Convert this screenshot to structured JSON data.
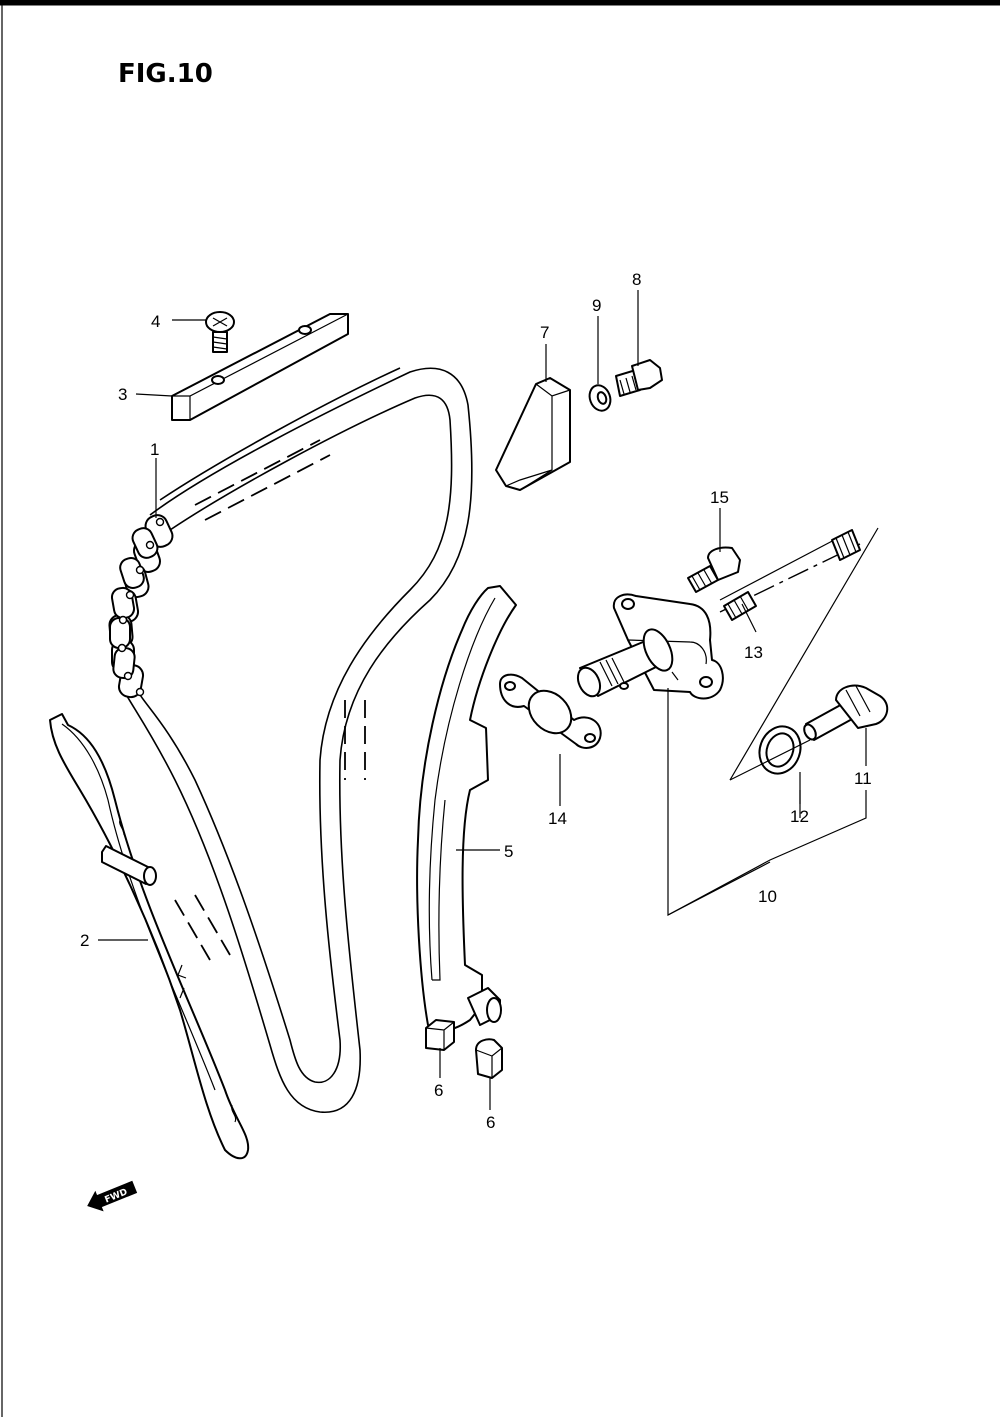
{
  "figure": {
    "title": "FIG.10",
    "fwd_label": "FWD"
  },
  "callouts": {
    "p1": "1",
    "p2": "2",
    "p3": "3",
    "p4": "4",
    "p5": "5",
    "p6a": "6",
    "p6b": "6",
    "p7": "7",
    "p8": "8",
    "p9": "9",
    "p10": "10",
    "p11": "11",
    "p12": "12",
    "p13": "13",
    "p14": "14",
    "p15": "15"
  }
}
